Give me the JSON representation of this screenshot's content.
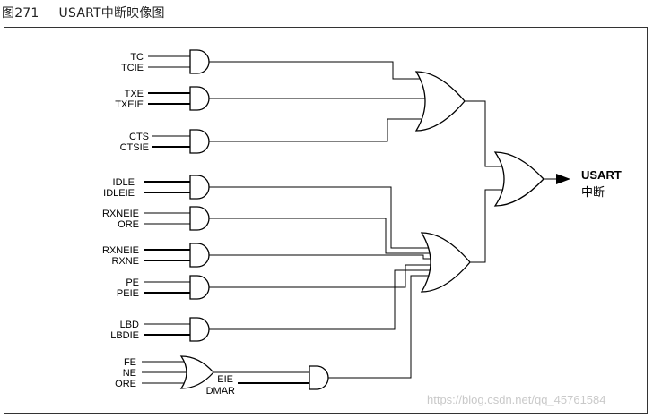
{
  "caption": {
    "number": "图271",
    "title": "USART中断映像图"
  },
  "signals": {
    "tc": "TC",
    "tcie": "TCIE",
    "txe": "TXE",
    "txeie": "TXEIE",
    "cts": "CTS",
    "ctsie": "CTSIE",
    "idle": "IDLE",
    "idleie": "IDLEIE",
    "rxneie_a": "RXNEIE",
    "ore_a": "ORE",
    "rxneie_b": "RXNEIE",
    "rxne": "RXNE",
    "pe": "PE",
    "peie": "PEIE",
    "lbd": "LBD",
    "lbdie": "LBDIE",
    "fe": "FE",
    "ne": "NE",
    "ore_b": "ORE",
    "eie": "EIE",
    "dmar": "DMAR"
  },
  "output": {
    "line1": "USART",
    "line2": "中断"
  },
  "watermark": "https://blog.csdn.net/qq_45761584"
}
